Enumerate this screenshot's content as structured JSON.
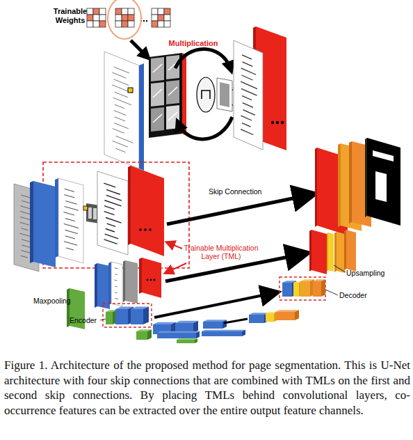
{
  "diagram": {
    "caption": "Figure 1. Architecture of the proposed method for page segmentation. This is U-Net architecture with four skip connections that are combined with TMLs on the first and second skip connections. By placing TMLs behind convolutional layers, co-occurrence features can be extracted over the entire output feature channels.",
    "labels": [
      "Trainable Weights",
      "Multiplication",
      "Skip Connection",
      "Trainable Multiplication Layer (TML)",
      "Upsampling",
      "Decoder",
      "Maxpooling",
      "Encoder"
    ]
  }
}
